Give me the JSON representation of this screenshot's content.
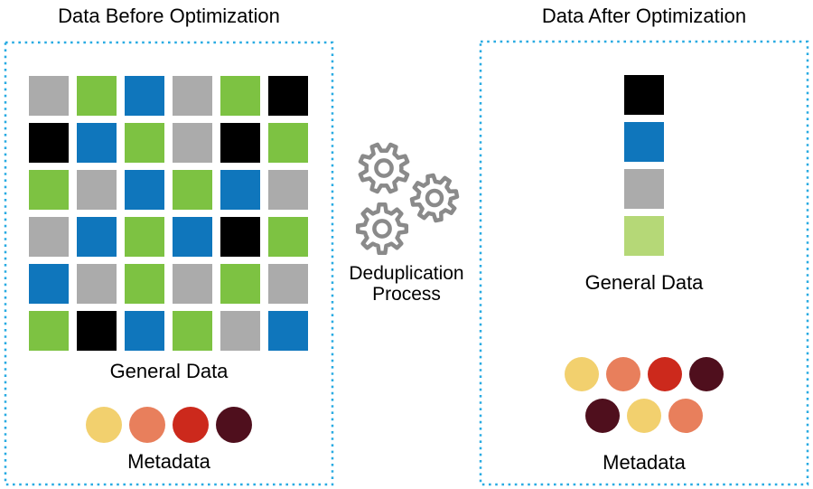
{
  "left_panel": {
    "title": "Data Before Optimization",
    "general_data_label": "General Data",
    "metadata_label": "Metadata",
    "grid": {
      "rows": 6,
      "cols": 6,
      "cells": [
        [
          "gray",
          "green",
          "blue",
          "gray",
          "green",
          "black"
        ],
        [
          "black",
          "blue",
          "green",
          "gray",
          "black",
          "green"
        ],
        [
          "green",
          "gray",
          "blue",
          "green",
          "blue",
          "gray"
        ],
        [
          "gray",
          "blue",
          "green",
          "blue",
          "black",
          "green"
        ],
        [
          "blue",
          "gray",
          "green",
          "gray",
          "green",
          "gray"
        ],
        [
          "green",
          "black",
          "blue",
          "green",
          "gray",
          "blue"
        ]
      ]
    },
    "metadata_circles": [
      "yellow",
      "salmon",
      "red",
      "maroon"
    ]
  },
  "process": {
    "label_line1": "Deduplication",
    "label_line2": "Process",
    "icon": "gears-icon",
    "gear_count": 3
  },
  "right_panel": {
    "title": "Data After Optimization",
    "general_data_label": "General Data",
    "metadata_label": "Metadata",
    "stack": [
      "black",
      "blue",
      "gray",
      "lightgreen"
    ],
    "metadata_circles_row1": [
      "yellow",
      "salmon",
      "red",
      "maroon"
    ],
    "metadata_circles_row2": [
      "maroon",
      "yellow",
      "salmon"
    ]
  },
  "colors": {
    "panel_border": "#29ABE2",
    "gray": "#ABABAB",
    "green": "#7DC242",
    "blue": "#0F76BC",
    "black": "#000000",
    "lightgreen": "#B5D877",
    "yellow": "#F2D06E",
    "salmon": "#E87F5C",
    "red": "#CC291C",
    "maroon": "#4F0F1D",
    "gear": "#8A8A8A"
  }
}
